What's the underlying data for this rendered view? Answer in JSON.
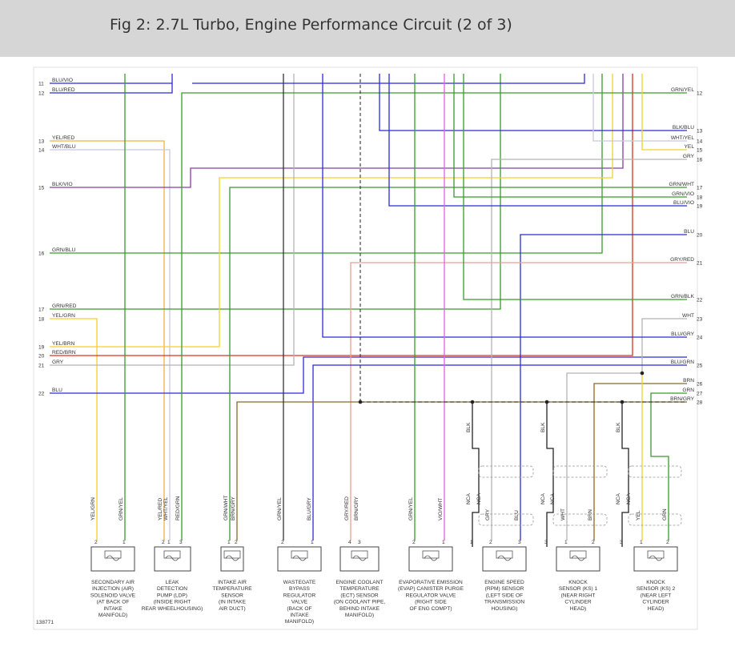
{
  "header": {
    "title": "Fig 2: 2.7L Turbo, Engine Performance Circuit (2 of 3)"
  },
  "figure_id": "138771",
  "wires_left": [
    {
      "num": "11",
      "label": "BLU/VIO"
    },
    {
      "num": "12",
      "label": "BLU/RED"
    },
    {
      "num": "13",
      "label": "YEL/RED"
    },
    {
      "num": "14",
      "label": "WHT/BLU"
    },
    {
      "num": "15",
      "label": "BLK/VIO"
    },
    {
      "num": "16",
      "label": "GRN/BLU"
    },
    {
      "num": "17",
      "label": "GRN/RED"
    },
    {
      "num": "18",
      "label": "YEL/GRN"
    },
    {
      "num": "19",
      "label": "YEL/BRN"
    },
    {
      "num": "20",
      "label": "RED/BRN"
    },
    {
      "num": "21",
      "label": "GRY"
    },
    {
      "num": "22",
      "label": "BLU"
    }
  ],
  "wires_right": [
    {
      "num": "12",
      "label": "GRN/YEL"
    },
    {
      "num": "13",
      "label": "BLK/BLU"
    },
    {
      "num": "14",
      "label": "WHT/YEL"
    },
    {
      "num": "15",
      "label": "YEL"
    },
    {
      "num": "16",
      "label": "GRY"
    },
    {
      "num": "17",
      "label": "GRN/WHT"
    },
    {
      "num": "18",
      "label": "GRN/VIO"
    },
    {
      "num": "19",
      "label": "BLU/VIO"
    },
    {
      "num": "20",
      "label": "BLU"
    },
    {
      "num": "21",
      "label": "GRY/RED"
    },
    {
      "num": "22",
      "label": "GRN/BLK"
    },
    {
      "num": "23",
      "label": "WHT"
    },
    {
      "num": "24",
      "label": "BLU/GRY"
    },
    {
      "num": "25",
      "label": "BLU/GRN"
    },
    {
      "num": "26",
      "label": "BRN"
    },
    {
      "num": "27",
      "label": "GRN"
    },
    {
      "num": "28",
      "label": "BRN/GRY"
    }
  ],
  "colors": {
    "blu": "#2b2bd6",
    "vio": "#8a3aa8",
    "grn": "#3a9a2e",
    "yel": "#f2d22a",
    "red": "#e0301e",
    "brn": "#8a6a2a",
    "gry": "#b4b4b4",
    "wht": "#c8c8e0",
    "blk": "#333333",
    "pink": "#e060e0",
    "salmon": "#e8a090",
    "orange": "#f0b040"
  },
  "components": [
    {
      "pins": [
        "2",
        "1"
      ],
      "wires": [
        "YEL/GRN",
        "GRN/YEL"
      ],
      "caption": [
        "SECONDARY AIR",
        "INJECTION (AIR)",
        "SOLENOID VALVE",
        "(AT BACK OF",
        "INTAKE",
        "MANIFOLD)"
      ]
    },
    {
      "pins": [
        "2",
        "1",
        "3"
      ],
      "wires": [
        "YEL/RED",
        "WHT/YEL",
        "RED/GRN"
      ],
      "caption": [
        "LEAK",
        "DETECTION",
        "PUMP (LDP)",
        "(INSIDE RIGHT",
        "REAR WHEELHOUSING)"
      ]
    },
    {
      "pins": [
        "1",
        "2"
      ],
      "wires": [
        "GRN/WHT",
        "BRN/GRY"
      ],
      "caption": [
        "INTAKE AIR",
        "TEMPERATURE",
        "SENSOR",
        "(IN INTAKE",
        "AIR DUCT)"
      ]
    },
    {
      "pins": [
        "2",
        "1"
      ],
      "wires": [
        "GRN/YEL",
        "BLU/GRY"
      ],
      "caption": [
        "WASTEGATE",
        "BYPASS",
        "REGULATOR",
        "VALVE",
        "(BACK OF",
        "INTAKE",
        "MANIFOLD)"
      ]
    },
    {
      "pins": [
        "4",
        "3"
      ],
      "wires": [
        "GRY/RED",
        "BRN/GRY"
      ],
      "caption": [
        "ENGINE COOLANT",
        "TEMPERATURE",
        "(ECT) SENSOR",
        "(ON COOLANT PIPE,",
        "BEHIND INTAKE",
        "MANIFOLD)"
      ]
    },
    {
      "pins": [
        "2",
        "1"
      ],
      "wires": [
        "GRN/YEL",
        "VIO/WHT"
      ],
      "caption": [
        "EVAPORATIVE EMISSION",
        "(EVAP) CANISTER PURGE",
        "REGULATOR VALVE",
        "(RIGHT SIDE",
        "OF ENG COMPT)"
      ]
    },
    {
      "pins": [
        "1",
        "2",
        "3"
      ],
      "wires": [
        "NCA",
        "GRY",
        "BLU",
        "BLK",
        "NCA"
      ],
      "caption": [
        "ENGINE SPEED",
        "(RPM) SENSOR",
        "(LEFT SIDE OF",
        "TRANSMISSION",
        "HOUSING)"
      ]
    },
    {
      "pins": [
        "3",
        "1",
        "2"
      ],
      "wires": [
        "NCA",
        "WHT",
        "BRN",
        "BLK",
        "NCA"
      ],
      "caption": [
        "KNOCK",
        "SENSOR (KS) 1",
        "(NEAR RIGHT",
        "CYLINDER",
        "HEAD)"
      ]
    },
    {
      "pins": [
        "3",
        "1",
        "2"
      ],
      "wires": [
        "NCA",
        "YEL",
        "GRN",
        "BLK",
        "NCA"
      ],
      "caption": [
        "KNOCK",
        "SENSOR (KS) 2",
        "(NEAR LEFT",
        "CYLINDER",
        "HEAD)"
      ]
    }
  ]
}
